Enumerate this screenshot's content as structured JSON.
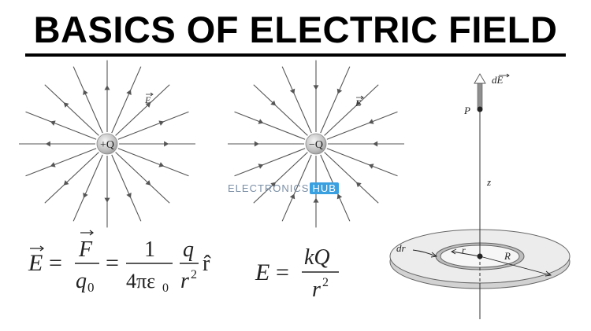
{
  "title": "BASICS OF ELECTRIC FIELD",
  "watermark": {
    "part1": "ELECTRONICS",
    "part2": "HUB"
  },
  "charges": {
    "positive": {
      "label": "+Q",
      "field_label": "E"
    },
    "negative": {
      "label": "−Q",
      "field_label": "E"
    }
  },
  "formula1": {
    "lhs": "E",
    "num1": "F",
    "den1": "q",
    "den1_sub": "0",
    "num2": "1",
    "den2": "4πε",
    "den2_sub": "0",
    "num3": "q",
    "den3": "r",
    "den3_sup": "2",
    "unit": "r̂"
  },
  "formula2": {
    "lhs": "E",
    "num": "kQ",
    "den": "r",
    "den_sup": "2"
  },
  "ring_diagram": {
    "dE": "dE",
    "P": "P",
    "z": "z",
    "dr": "dr",
    "r": "r",
    "R": "R"
  },
  "colors": {
    "line": "#555555",
    "accent": "#3aa0e0"
  }
}
